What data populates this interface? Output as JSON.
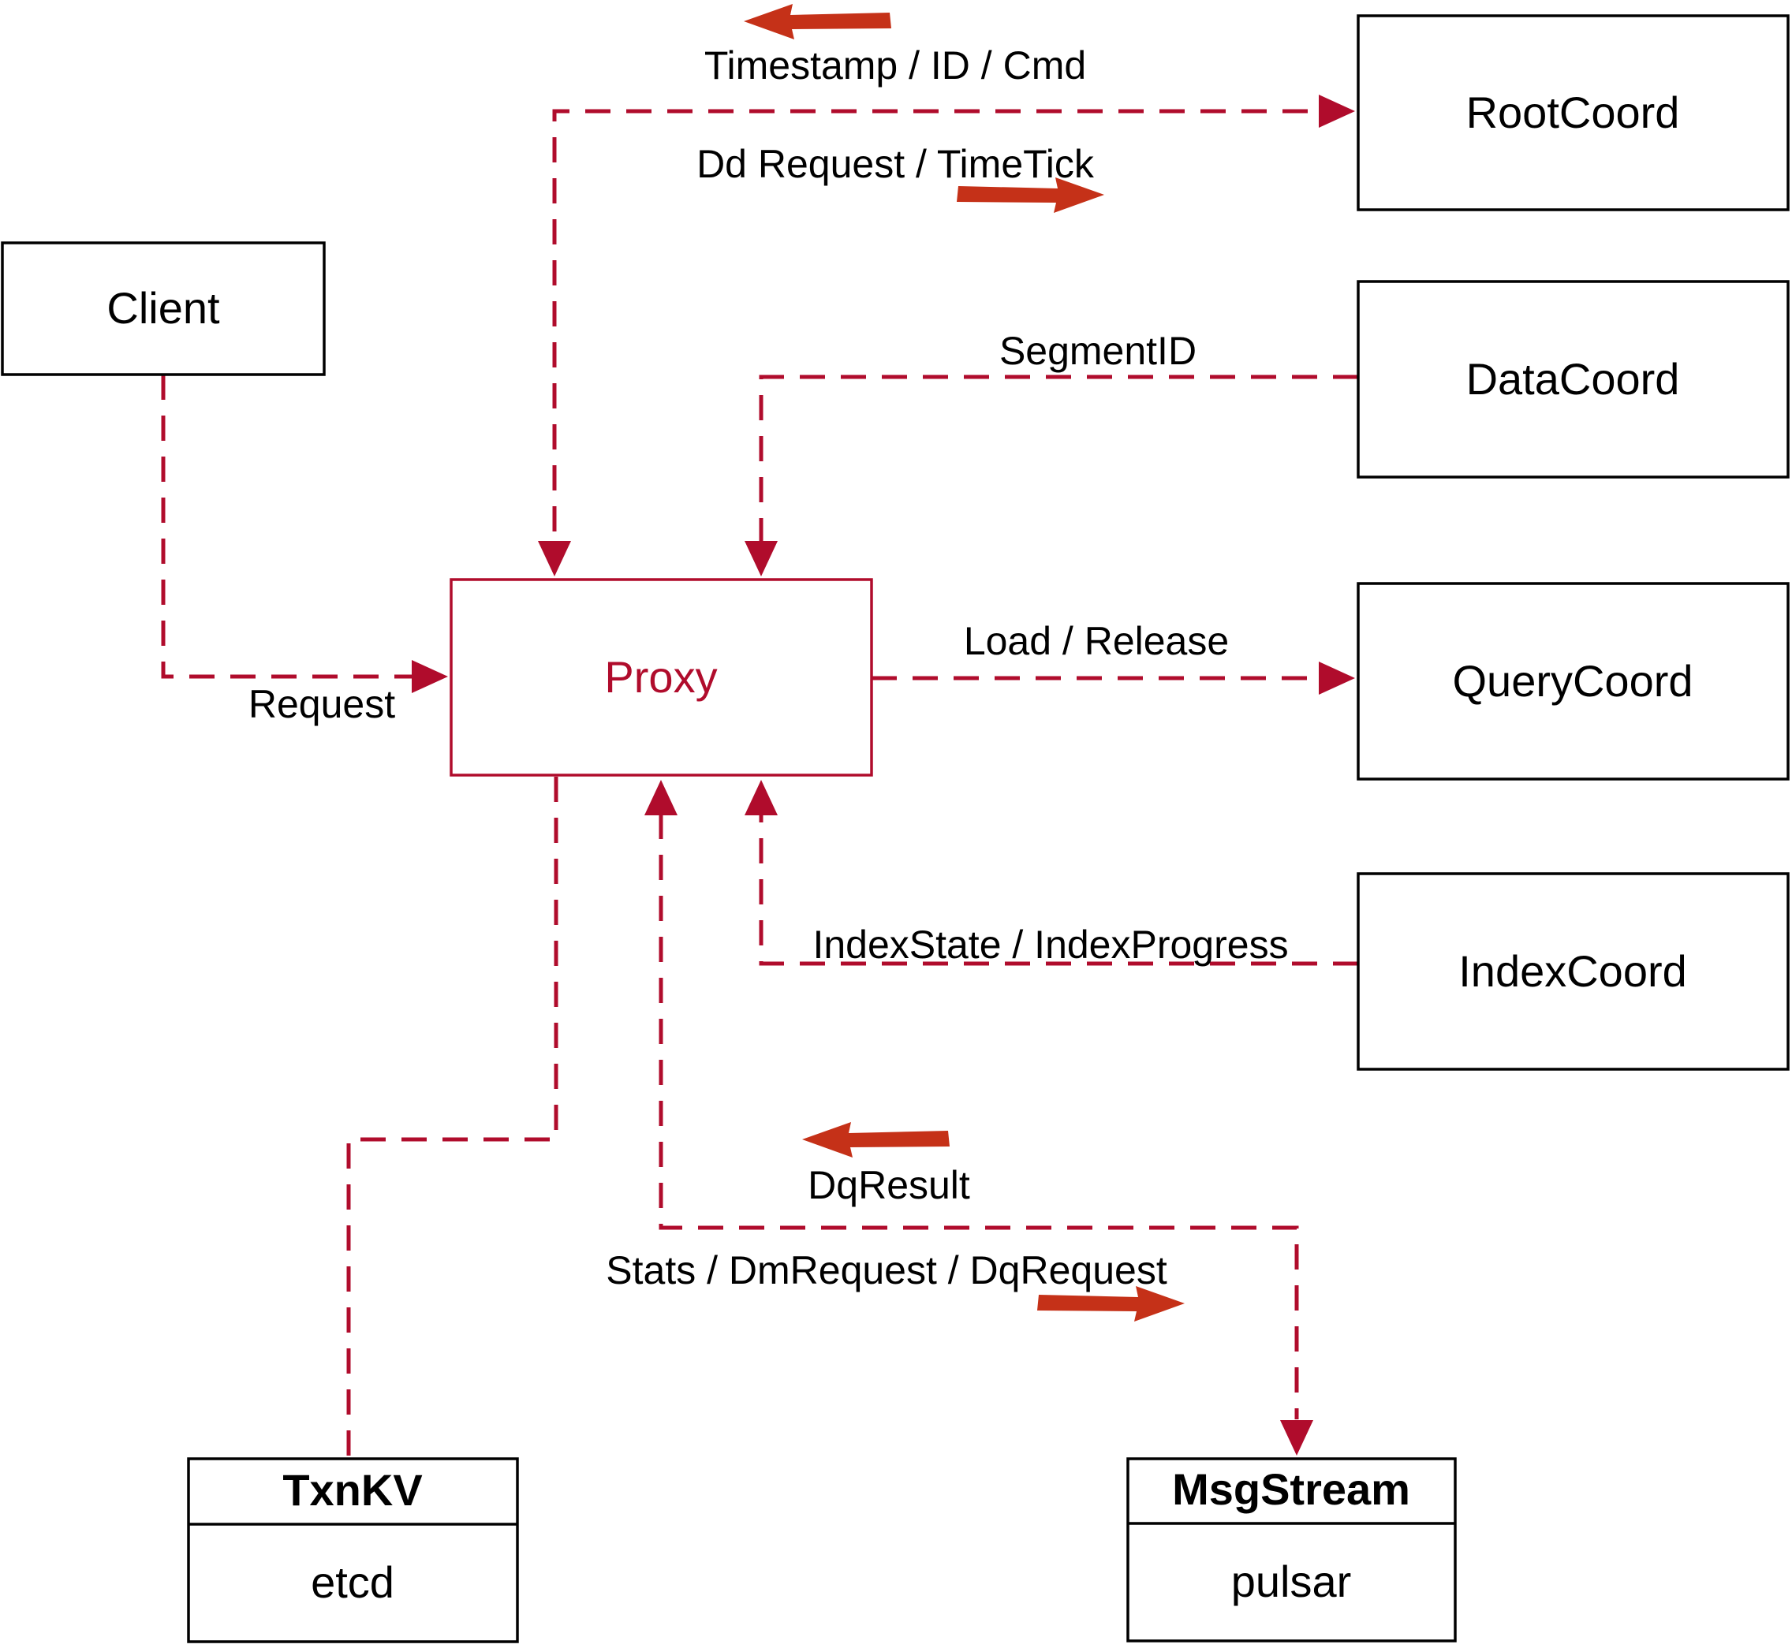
{
  "colors": {
    "edge_red": "#b00c2c",
    "arrow_red": "#c53118",
    "box_border": "#000000",
    "text": "#000000",
    "background": "#ffffff"
  },
  "nodes": {
    "client": {
      "label": "Client"
    },
    "proxy": {
      "label": "Proxy"
    },
    "root_coord": {
      "label": "RootCoord"
    },
    "data_coord": {
      "label": "DataCoord"
    },
    "query_coord": {
      "label": "QueryCoord"
    },
    "index_coord": {
      "label": "IndexCoord"
    },
    "txn_kv": {
      "title": "TxnKV",
      "impl": "etcd"
    },
    "msg_stream": {
      "title": "MsgStream",
      "impl": "pulsar"
    }
  },
  "edge_labels": {
    "root_up": "Timestamp / ID / Cmd",
    "root_down": "Dd Request / TimeTick",
    "segment_id": "SegmentID",
    "request": "Request",
    "load_release": "Load / Release",
    "index_state": "IndexState / IndexProgress",
    "dq_result": "DqResult",
    "stats": "Stats / DmRequest / DqRequest"
  }
}
